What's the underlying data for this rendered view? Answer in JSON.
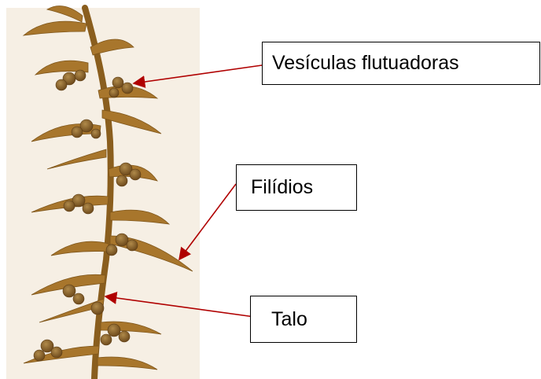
{
  "labels": {
    "vesiculas": "Vesículas flutuadoras",
    "filidios": "Filídios",
    "talo": "Talo"
  },
  "colors": {
    "background": "#f7f0e6",
    "alga": "#9a6a22",
    "arrow": "#b00000"
  },
  "icons": {
    "photo": "seaweed-photo"
  }
}
